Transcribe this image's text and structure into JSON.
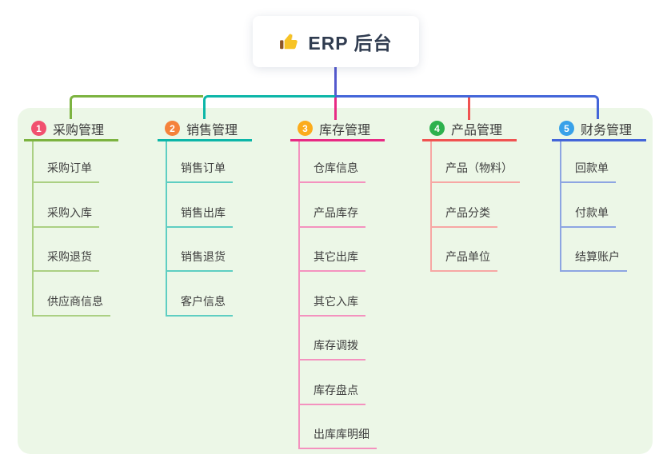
{
  "root": {
    "label": "ERP 后台",
    "icon": "thumbs-up-icon"
  },
  "colors": {
    "trunk": "#5459ce",
    "panel_bg": "#ecf7e7",
    "card_bg": "#ffffff",
    "root_text": "#303c50",
    "thumb_yellow": "#f7c325",
    "thumb_cuff": "#8d5524"
  },
  "branches": [
    {
      "badge": "1",
      "badge_color": "#f1506e",
      "color": "#7cb340",
      "light_color": "#abd083",
      "title": "采购管理",
      "children": [
        "采购订单",
        "采购入库",
        "采购退货",
        "供应商信息"
      ]
    },
    {
      "badge": "2",
      "badge_color": "#f5823b",
      "color": "#0cb6a8",
      "light_color": "#5ecec2",
      "title": "销售管理",
      "children": [
        "销售订单",
        "销售出库",
        "销售退货",
        "客户信息"
      ]
    },
    {
      "badge": "3",
      "badge_color": "#fcac1c",
      "color": "#e82a84",
      "light_color": "#f492bf",
      "title": "库存管理",
      "children": [
        "仓库信息",
        "产品库存",
        "其它出库",
        "其它入库",
        "库存调拨",
        "库存盘点",
        "出库库明细"
      ]
    },
    {
      "badge": "4",
      "badge_color": "#2db14d",
      "color": "#f05351",
      "light_color": "#f7a7a4",
      "title": "产品管理",
      "children": [
        "产品（物料）",
        "产品分类",
        "产品单位"
      ]
    },
    {
      "badge": "5",
      "badge_color": "#38a1e9",
      "color": "#4466d9",
      "light_color": "#8da5e2",
      "title": "财务管理",
      "children": [
        "回款单",
        "付款单",
        "结算账户"
      ]
    }
  ]
}
